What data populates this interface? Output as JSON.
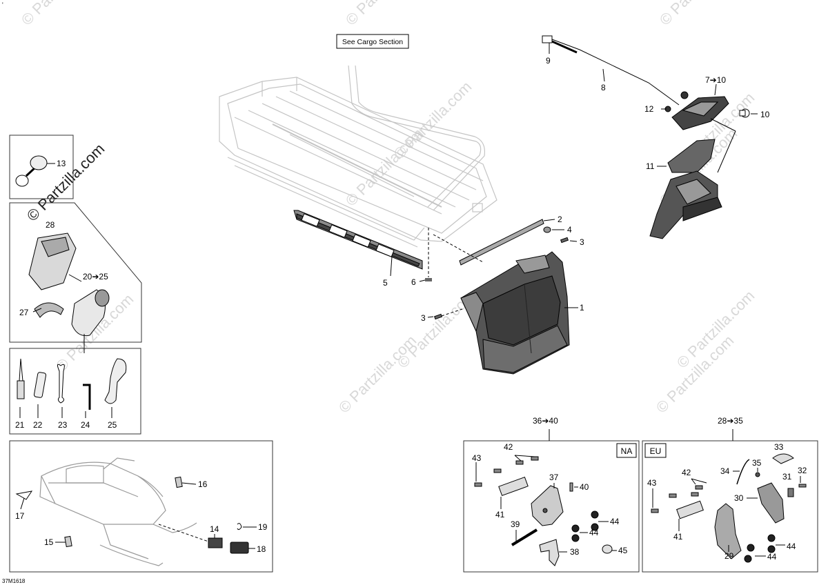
{
  "top_mark": "'",
  "see_cargo": "See Cargo Section",
  "drawing_code": "37M1618",
  "watermark": "© Partzilla.com",
  "region_na": "NA",
  "region_eu": "EU",
  "group_na": "36➔40",
  "group_eu": "28➔35",
  "labels": {
    "l1": "1",
    "l2": "2",
    "l3a": "3",
    "l3b": "3",
    "l4": "4",
    "l5": "5",
    "l6": "6",
    "l7": "7➔10",
    "l8": "8",
    "l9": "9",
    "l10": "10",
    "l11": "11",
    "l12": "12",
    "l13": "13",
    "l14": "14",
    "l15": "15",
    "l16": "16",
    "l17": "17",
    "l18": "18",
    "l19": "19",
    "l20": "20➔25",
    "l21": "21",
    "l22": "22",
    "l23": "23",
    "l24": "24",
    "l25": "25",
    "l27": "27",
    "l28": "28",
    "na37": "37",
    "na38": "38",
    "na39": "39",
    "na40": "40",
    "na41": "41",
    "na42": "42",
    "na43": "43",
    "na44a": "44",
    "na44b": "44",
    "na45": "45",
    "eu29": "29",
    "eu30": "30",
    "eu31": "31",
    "eu32": "32",
    "eu33": "33",
    "eu34": "34",
    "eu35": "35",
    "eu41": "41",
    "eu42": "42",
    "eu43": "43",
    "eu44a": "44",
    "eu44b": "44"
  }
}
